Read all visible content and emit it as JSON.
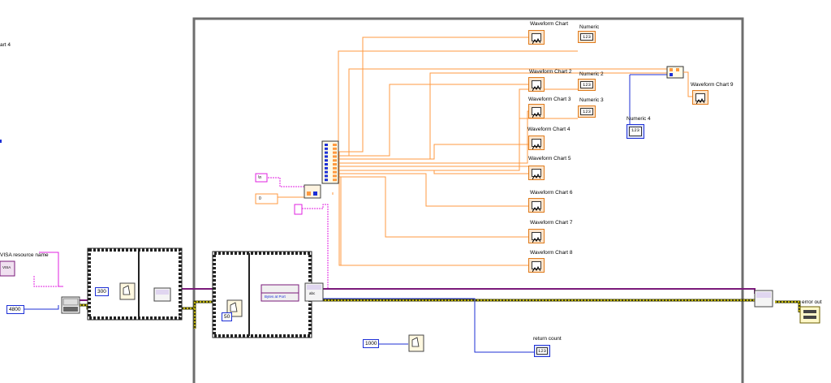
{
  "window": {
    "title": "Block Diagram"
  },
  "labels": {
    "chart1": "Waveform Chart",
    "chart2": "Waveform Chart 2",
    "chart3": "Waveform Chart 3",
    "chart4": "Waveform Chart 4",
    "chart5": "Waveform Chart 5",
    "chart6": "Waveform Chart 6",
    "chart7": "Waveform Chart 7",
    "chart8": "Waveform Chart 8",
    "chart9": "Waveform Chart 9",
    "numeric1": "Numeric",
    "numeric2": "Numeric 2",
    "numeric3": "Numeric 3",
    "numeric4": "Numeric 4",
    "visa": "VISA resource name",
    "error_out": "error out",
    "return_count": "return count",
    "edge_label": "art 4",
    "num_indicator": "123"
  },
  "constants": {
    "baud": "4800",
    "wait1": "300",
    "wait2": "50",
    "wait3": "1000",
    "string1": "\\n",
    "bytes_at_port": "Bytes at Port",
    "visa_short": "VISA",
    "abc": "abc",
    "index": "0"
  },
  "colors": {
    "wire_orange": "#ff8c1a",
    "wire_pink": "#e020e0",
    "wire_blue": "#1c2fd6",
    "wire_error": "#7a6a00",
    "frame": "#555555"
  }
}
